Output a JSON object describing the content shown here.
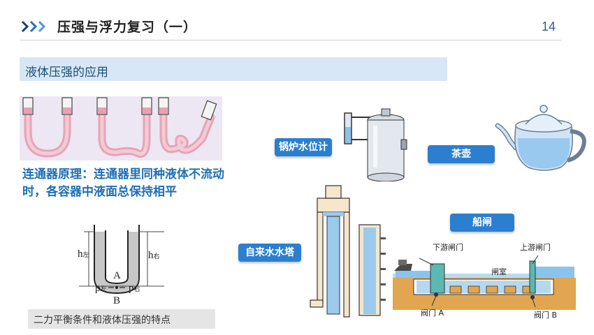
{
  "header": {
    "title": "压强与浮力复习（一）",
    "page_number": "14"
  },
  "section": {
    "title": "液体压强的应用"
  },
  "principle_text": "连通器原理：连通器里同种液体不流动时，各容器中液面总保持相平",
  "u_tube_diagram": {
    "h_left": "h",
    "h_left_sub": "左",
    "h_right": "h",
    "h_right_sub": "右",
    "point_a": "A",
    "point_b": "B",
    "p_left": "p",
    "p_left_sub": "左",
    "p_right": "p",
    "p_right_sub": "右"
  },
  "caption": "二力平衡条件和液体压强的特点",
  "labels": {
    "boiler": "锅炉水位计",
    "teapot": "茶壶",
    "water_tower": "自来水水塔",
    "ship_lock": "船闸"
  },
  "ship_lock": {
    "downstream_gate": "下游闸门",
    "upstream_gate": "上游闸门",
    "chamber": "闸室",
    "valve_a": "阀门 A",
    "valve_b": "阀门 B"
  },
  "colors": {
    "accent_blue": "#2c7fd0",
    "principle_text": "#1f6fb3",
    "section_bar": "#d8e7f5"
  }
}
